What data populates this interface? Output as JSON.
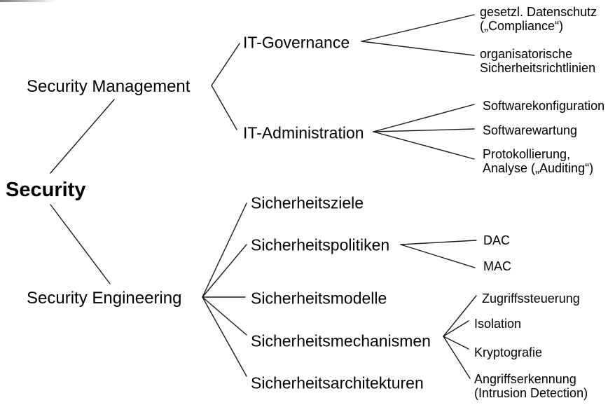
{
  "page": {
    "colors": {
      "background": "#ffffff",
      "text": "#000000",
      "line": "#1a1a1a"
    }
  },
  "tree": {
    "root": {
      "label": "Security"
    },
    "branches": {
      "management": {
        "label": "Security Management",
        "children": {
          "governance": {
            "label": "IT-Governance",
            "leaves": {
              "datenschutz": "gesetzl. Datenschutz\n(„Compliance“)",
              "richtlinien": "organisatorische\nSicherheitsrichtlinien"
            }
          },
          "administration": {
            "label": "IT-Administration",
            "leaves": {
              "konfiguration": "Softwarekonfiguration",
              "wartung": "Softwarewartung",
              "protokollierung": "Protokollierung,\nAnalyse („Auditing“)"
            }
          }
        }
      },
      "engineering": {
        "label": "Security Engineering",
        "children": {
          "ziele": {
            "label": "Sicherheitsziele"
          },
          "politiken": {
            "label": "Sicherheitspolitiken",
            "leaves": {
              "dac": "DAC",
              "mac": "MAC"
            }
          },
          "modelle": {
            "label": "Sicherheitsmodelle"
          },
          "mechanismen": {
            "label": "Sicherheitsmechanismen",
            "leaves": {
              "zugriff": "Zugriffssteuerung",
              "isolation": "Isolation",
              "krypto": "Kryptografie",
              "angriff": "Angriffserkennung\n(Intrusion Detection)"
            }
          },
          "architekturen": {
            "label": "Sicherheitsarchitekturen"
          }
        }
      }
    }
  }
}
